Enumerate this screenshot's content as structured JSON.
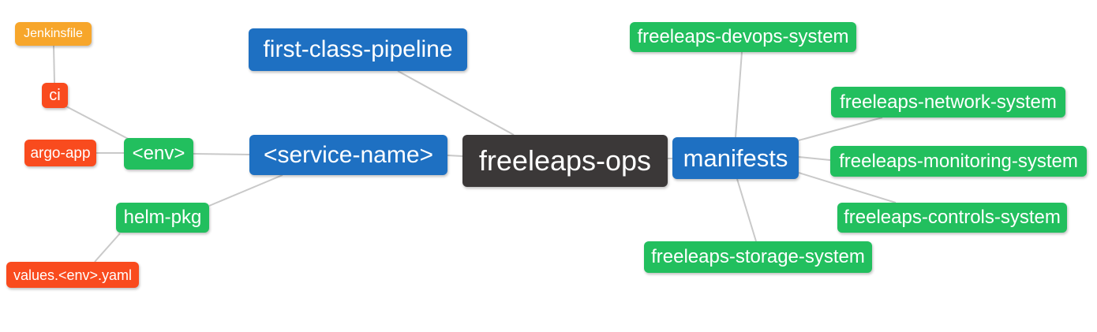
{
  "diagram": {
    "kind": "mindmap",
    "root": "freeleaps-ops"
  },
  "colors": {
    "blue": "#1E70C2",
    "green": "#22BF5E",
    "red": "#F94B1E",
    "orange": "#F7A62B",
    "dark": "#3B3838",
    "edge": "#C9C9C9",
    "text": "#FFFFFF",
    "background": "#FFFFFF"
  },
  "nodes": {
    "jenkinsfile": {
      "label": "Jenkinsfile",
      "color": "orange"
    },
    "ci": {
      "label": "ci",
      "color": "red"
    },
    "argo-app": {
      "label": "argo-app",
      "color": "red"
    },
    "env": {
      "label": "<env>",
      "color": "green"
    },
    "helm-pkg": {
      "label": "helm-pkg",
      "color": "green"
    },
    "values-env-yaml": {
      "label": "values.<env>.yaml",
      "color": "red"
    },
    "first-class-pipeline": {
      "label": "first-class-pipeline",
      "color": "blue"
    },
    "service-name": {
      "label": "<service-name>",
      "color": "blue"
    },
    "freeleaps-ops": {
      "label": "freeleaps-ops",
      "color": "dark"
    },
    "manifests": {
      "label": "manifests",
      "color": "blue"
    },
    "freeleaps-devops-system": {
      "label": "freeleaps-devops-system",
      "color": "green"
    },
    "freeleaps-network-system": {
      "label": "freeleaps-network-system",
      "color": "green"
    },
    "freeleaps-monitoring-system": {
      "label": "freeleaps-monitoring-system",
      "color": "green"
    },
    "freeleaps-controls-system": {
      "label": "freeleaps-controls-system",
      "color": "green"
    },
    "freeleaps-storage-system": {
      "label": "freeleaps-storage-system",
      "color": "green"
    }
  },
  "edges": [
    [
      "jenkinsfile",
      "ci"
    ],
    [
      "ci",
      "env"
    ],
    [
      "argo-app",
      "env"
    ],
    [
      "env",
      "service-name"
    ],
    [
      "values-env-yaml",
      "helm-pkg"
    ],
    [
      "helm-pkg",
      "service-name"
    ],
    [
      "service-name",
      "freeleaps-ops"
    ],
    [
      "first-class-pipeline",
      "freeleaps-ops"
    ],
    [
      "freeleaps-ops",
      "manifests"
    ],
    [
      "manifests",
      "freeleaps-devops-system"
    ],
    [
      "manifests",
      "freeleaps-network-system"
    ],
    [
      "manifests",
      "freeleaps-monitoring-system"
    ],
    [
      "manifests",
      "freeleaps-controls-system"
    ],
    [
      "manifests",
      "freeleaps-storage-system"
    ]
  ]
}
